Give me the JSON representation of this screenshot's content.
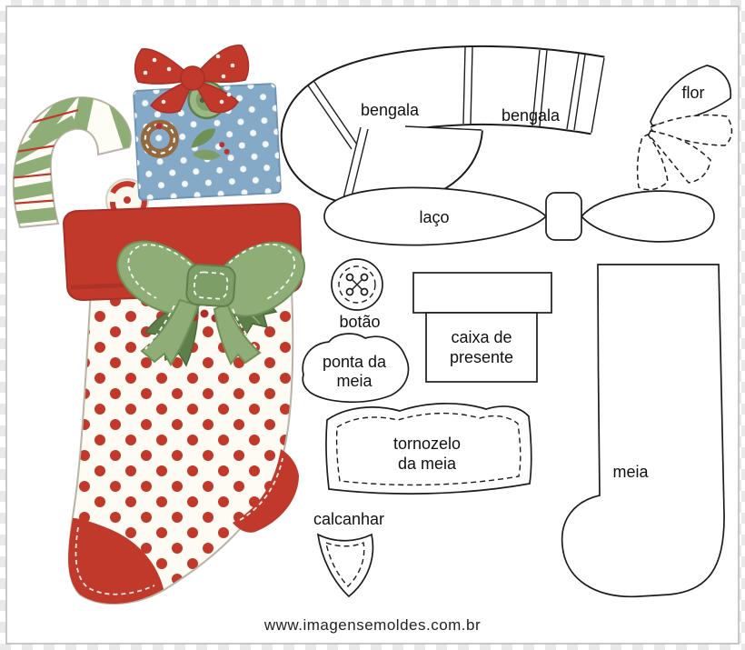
{
  "pieces": {
    "bengala": {
      "label_left": "bengala",
      "label_right": "bengala"
    },
    "flor": {
      "label": "flor"
    },
    "laco": {
      "label": "laço"
    },
    "botao": {
      "label": "botão"
    },
    "caixa": {
      "line1": "caixa de",
      "line2": "presente"
    },
    "ponta": {
      "line1": "ponta da",
      "line2": "meia"
    },
    "tornozelo": {
      "line1": "tornozelo",
      "line2": "da meia"
    },
    "calcanhar": {
      "label": "calcanhar"
    },
    "meia": {
      "label": "meia"
    }
  },
  "footer": {
    "url_text": "www.imagensemoldes.com.br"
  },
  "colors": {
    "outline": "#1d1d1d",
    "stocking_red": "#c0392b",
    "stocking_red_dark": "#9e2b26",
    "ribbon_green": "#8fae77",
    "ribbon_green_dark": "#6f9157",
    "holly_green": "#5f7f4a",
    "box_blue": "#85aac7",
    "cream": "#fdfbf3",
    "cookie_brown": "#96683d",
    "soft_outline": "#b9b2a6"
  }
}
